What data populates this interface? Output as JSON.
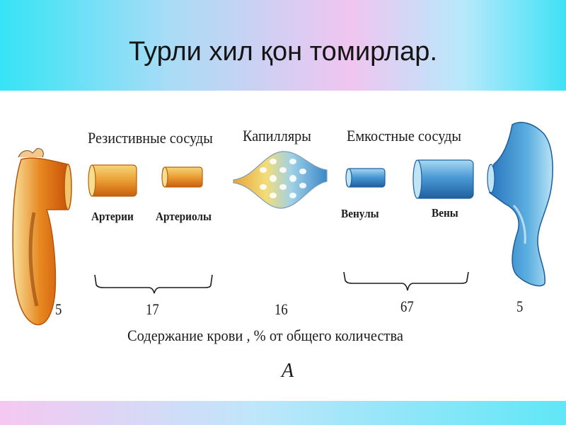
{
  "title": "Турли хил қон томирлар.",
  "groups": {
    "resistive": "Резистивные сосуды",
    "capillaries": "Капилляры",
    "capacitive": "Емкостные сосуды"
  },
  "vessels": {
    "arteries": "Артерии",
    "arterioles": "Артериолы",
    "venules": "Венулы",
    "veins": "Вены"
  },
  "percentages": {
    "heart_left": "5",
    "resistive": "17",
    "capillaries": "16",
    "capacitive": "67",
    "heart_right": "5"
  },
  "caption": "Содержание крови ,  % от  общего количества",
  "figure_letter": "A",
  "colors": {
    "arterial": "#e07a10",
    "arterial_light": "#f6d26a",
    "venous": "#2f7fc2",
    "venous_light": "#9ed3ef"
  }
}
